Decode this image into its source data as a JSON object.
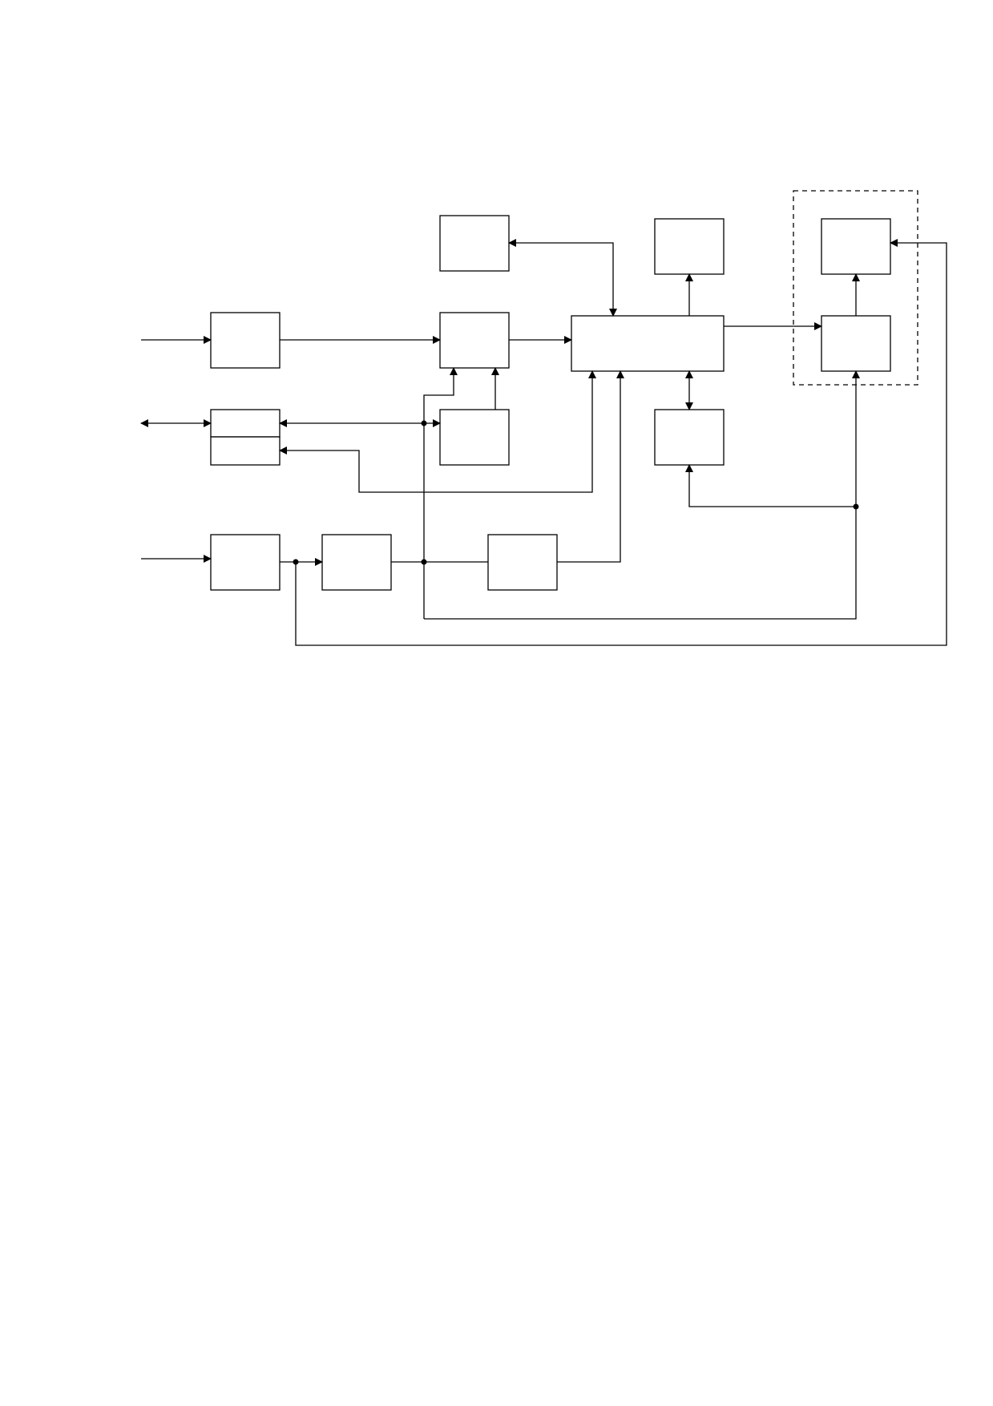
{
  "diagram": {
    "type": "block-diagram",
    "colors": {
      "line": "#000000",
      "block_fill": "#ffffff",
      "background": "#ffffff"
    },
    "blocks": [
      {
        "id": "input-block-1"
      },
      {
        "id": "io-block-upper-half"
      },
      {
        "id": "io-block-lower-half"
      },
      {
        "id": "input-block-3"
      },
      {
        "id": "block-chain-2"
      },
      {
        "id": "top-left-block"
      },
      {
        "id": "mixer-block"
      },
      {
        "id": "lower-mid-block"
      },
      {
        "id": "bottom-mid-block"
      },
      {
        "id": "central-wide-block"
      },
      {
        "id": "top-output-block"
      },
      {
        "id": "bottom-bidirectional-block"
      },
      {
        "id": "dashed-upper-block"
      },
      {
        "id": "dashed-lower-block"
      }
    ],
    "groups": [
      {
        "id": "dashed-group",
        "style": "dashed",
        "members": [
          "dashed-upper-block",
          "dashed-lower-block"
        ]
      }
    ],
    "connections": [
      {
        "from": "external-left",
        "to": "input-block-1",
        "arrow": "end"
      },
      {
        "from": "input-block-1",
        "to": "mixer-block",
        "arrow": "end"
      },
      {
        "from": "top-left-block",
        "to": "central-wide-block",
        "arrow": "both"
      },
      {
        "from": "mixer-block",
        "to": "central-wide-block",
        "arrow": "end"
      },
      {
        "from": "central-wide-block",
        "to": "top-output-block",
        "arrow": "end"
      },
      {
        "from": "central-wide-block",
        "to": "bottom-bidirectional-block",
        "arrow": "both"
      },
      {
        "from": "central-wide-block",
        "to": "dashed-lower-block",
        "arrow": "end"
      },
      {
        "from": "dashed-lower-block",
        "to": "dashed-upper-block",
        "arrow": "end"
      },
      {
        "from": "external-left",
        "to": "io-block-upper-half",
        "arrow": "both"
      },
      {
        "from": "io-block-upper-half",
        "to": "lower-mid-block",
        "arrow": "both"
      },
      {
        "from": "lower-mid-block",
        "to": "mixer-block",
        "arrow": "end"
      },
      {
        "from": "central-wide-block",
        "to": "io-block-lower-half",
        "arrow": "end"
      },
      {
        "from": "external-left",
        "to": "input-block-3",
        "arrow": "end"
      },
      {
        "from": "input-block-3",
        "to": "block-chain-2",
        "arrow": "end"
      },
      {
        "from": "block-chain-2",
        "to": "bottom-mid-block",
        "arrow": "none"
      },
      {
        "from": "bottom-mid-block",
        "to": "central-wide-block",
        "arrow": "end"
      },
      {
        "from": "block-chain-2",
        "to": "mixer-block",
        "arrow": "end"
      },
      {
        "from": "block-chain-2",
        "to": "dashed-lower-block",
        "arrow": "end"
      },
      {
        "from": "block-chain-2",
        "to": "bottom-bidirectional-block",
        "arrow": "end"
      },
      {
        "from": "input-block-3",
        "to": "dashed-upper-block",
        "arrow": "end"
      }
    ]
  }
}
